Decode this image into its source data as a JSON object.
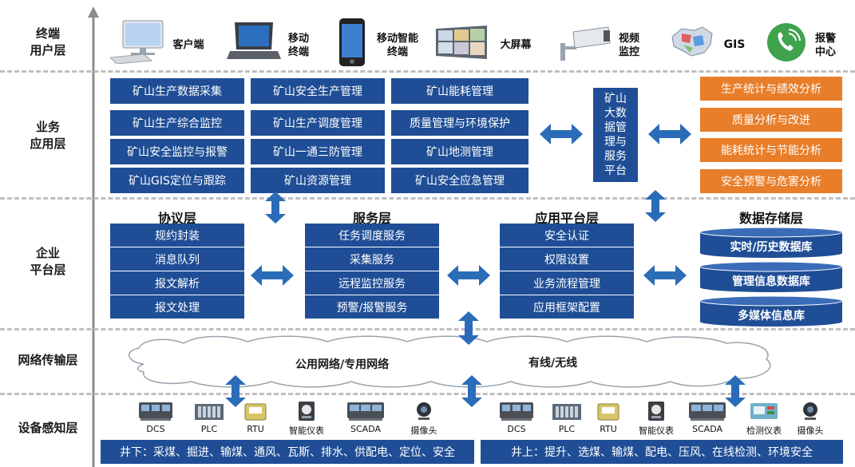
{
  "layers": {
    "terminal": [
      "终端",
      "用户层"
    ],
    "business": [
      "业务",
      "应用层"
    ],
    "enterprise": [
      "企业",
      "平台层"
    ],
    "network": "网络传输层",
    "device": "设备感知层"
  },
  "terminals": [
    {
      "label": "客户端",
      "icon": "desktop-computer-icon"
    },
    {
      "label": "移动终端",
      "icon": "laptop-icon"
    },
    {
      "label": "移动智能终端",
      "icon": "smartphone-icon"
    },
    {
      "label": "大屏幕",
      "icon": "video-wall-icon"
    },
    {
      "label": "视频监控",
      "icon": "cctv-camera-icon"
    },
    {
      "label": "GIS",
      "icon": "map-icon"
    },
    {
      "label": "报警中心",
      "icon": "phone-icon"
    }
  ],
  "business": {
    "col1": [
      "矿山生产数据采集",
      "矿山生产综合监控",
      "矿山安全监控与报警",
      "矿山GIS定位与跟踪"
    ],
    "col2": [
      "矿山安全生产管理",
      "矿山生产调度管理",
      "矿山一通三防管理",
      "矿山资源管理"
    ],
    "col3": [
      "矿山能耗管理",
      "质量管理与环境保护",
      "矿山地测管理",
      "矿山安全应急管理"
    ],
    "center": [
      "矿山",
      "大数",
      "据管",
      "理与",
      "服务",
      "平台"
    ],
    "analysis": [
      "生产统计与绩效分析",
      "质量分析与改进",
      "能耗统计与节能分析",
      "安全预警与危害分析"
    ],
    "colors": {
      "blue": "#1f4e96",
      "orange": "#e87e2a"
    }
  },
  "platform": {
    "protocol": {
      "title": "协议层",
      "items": [
        "规约封装",
        "消息队列",
        "报文解析",
        "报文处理"
      ]
    },
    "service": {
      "title": "服务层",
      "items": [
        "任务调度服务",
        "采集服务",
        "远程监控服务",
        "预警/报警服务"
      ]
    },
    "app": {
      "title": "应用平台层",
      "items": [
        "安全认证",
        "权限设置",
        "业务流程管理",
        "应用框架配置"
      ]
    },
    "storage": {
      "title": "数据存储层",
      "items": [
        "实时/历史数据库",
        "管理信息数据库",
        "多媒体信息库"
      ]
    }
  },
  "network": {
    "public": "公用网络/专用网络",
    "wired": "有线/无线"
  },
  "devices_left": [
    "DCS",
    "PLC",
    "RTU",
    "智能仪表",
    "SCADA",
    "摄像头"
  ],
  "devices_right": [
    "DCS",
    "PLC",
    "RTU",
    "智能仪表",
    "SCADA",
    "检测仪表",
    "摄像头"
  ],
  "underground": "井下：采煤、掘进、输煤、通风、瓦斯、排水、供配电、定位、安全",
  "surface": "井上：提升、选煤、输煤、配电、压风、在线检测、环境安全"
}
